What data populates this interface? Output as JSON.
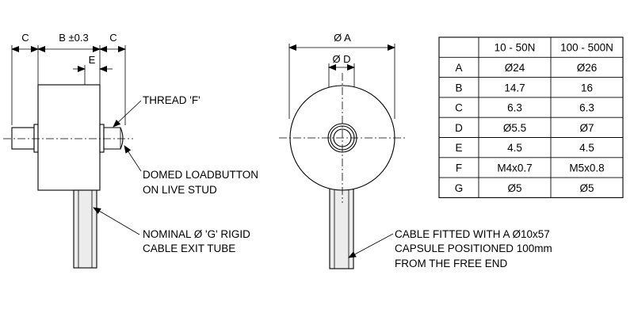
{
  "dimension_labels": {
    "c_left": "C",
    "b": "B ±0.3",
    "c_right": "C",
    "e": "E",
    "a": "Ø A",
    "d": "Ø D"
  },
  "notes": {
    "thread": "THREAD 'F'",
    "loadbutton_line1": "DOMED LOADBUTTON",
    "loadbutton_line2": "ON LIVE STUD",
    "exit_line1": "NOMINAL Ø 'G' RIGID",
    "exit_line2": "CABLE EXIT TUBE",
    "cable_line1": "CABLE FITTED WITH A Ø10x57",
    "cable_line2": "CAPSULE POSITIONED 100mm",
    "cable_line3": "FROM THE FREE END"
  },
  "table": {
    "headers": [
      "",
      "10 - 50N",
      "100 - 500N"
    ],
    "rows": [
      [
        "A",
        "Ø24",
        "Ø26"
      ],
      [
        "B",
        "14.7",
        "16"
      ],
      [
        "C",
        "6.3",
        "6.3"
      ],
      [
        "D",
        "Ø5.5",
        "Ø7"
      ],
      [
        "E",
        "4.5",
        "4.5"
      ],
      [
        "F",
        "M4x0.7",
        "M5x0.8"
      ],
      [
        "G",
        "Ø5",
        "Ø5"
      ]
    ]
  },
  "colors": {
    "ink": "#000000",
    "body_fill": "#ffffff",
    "tube_fill": "#ececec"
  }
}
